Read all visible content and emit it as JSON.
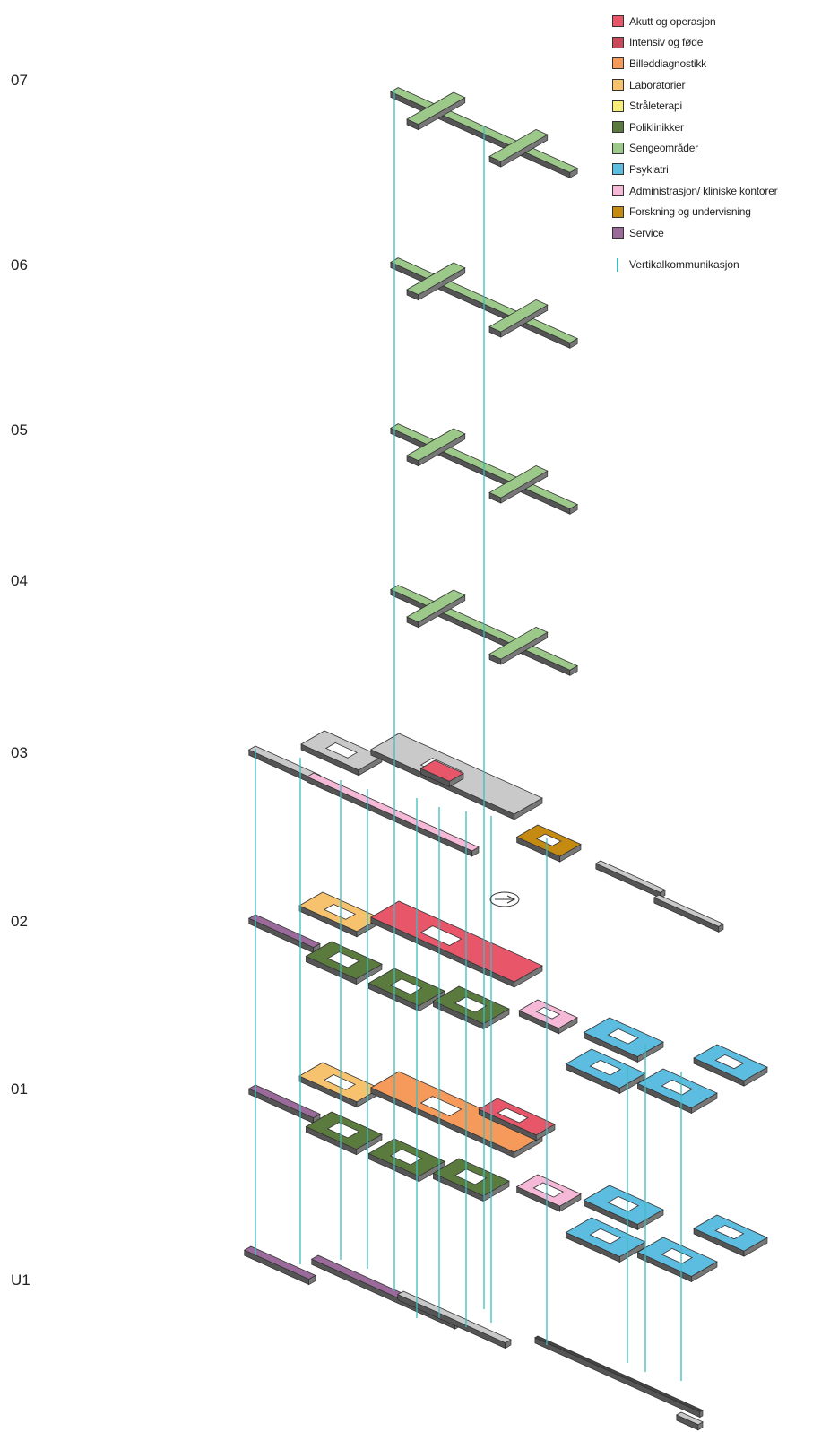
{
  "floors": [
    "07",
    "06",
    "05",
    "04",
    "03",
    "02",
    "01",
    "U1"
  ],
  "legend": {
    "items": [
      {
        "label": "Akutt og operasjon",
        "color": "#e8566a"
      },
      {
        "label": "Intensiv og føde",
        "color": "#c84a5a"
      },
      {
        "label": "Billeddiagnostikk",
        "color": "#f59a5a"
      },
      {
        "label": "Laboratorier",
        "color": "#f7c26e"
      },
      {
        "label": "Stråleterapi",
        "color": "#f7ee7a"
      },
      {
        "label": "Poliklinikker",
        "color": "#5a7a3e"
      },
      {
        "label": "Sengeområder",
        "color": "#9cc98a"
      },
      {
        "label": "Psykiatri",
        "color": "#5cbde0"
      },
      {
        "label": "Administrasjon/ kliniske kontorer",
        "color": "#f5b8d6"
      },
      {
        "label": "Forskning og undervisning",
        "color": "#c48a12"
      },
      {
        "label": "Service",
        "color": "#9a6a9a"
      }
    ],
    "vertical_label": "Vertikalkommunikasjon",
    "vertical_color": "#3dbcc0"
  }
}
